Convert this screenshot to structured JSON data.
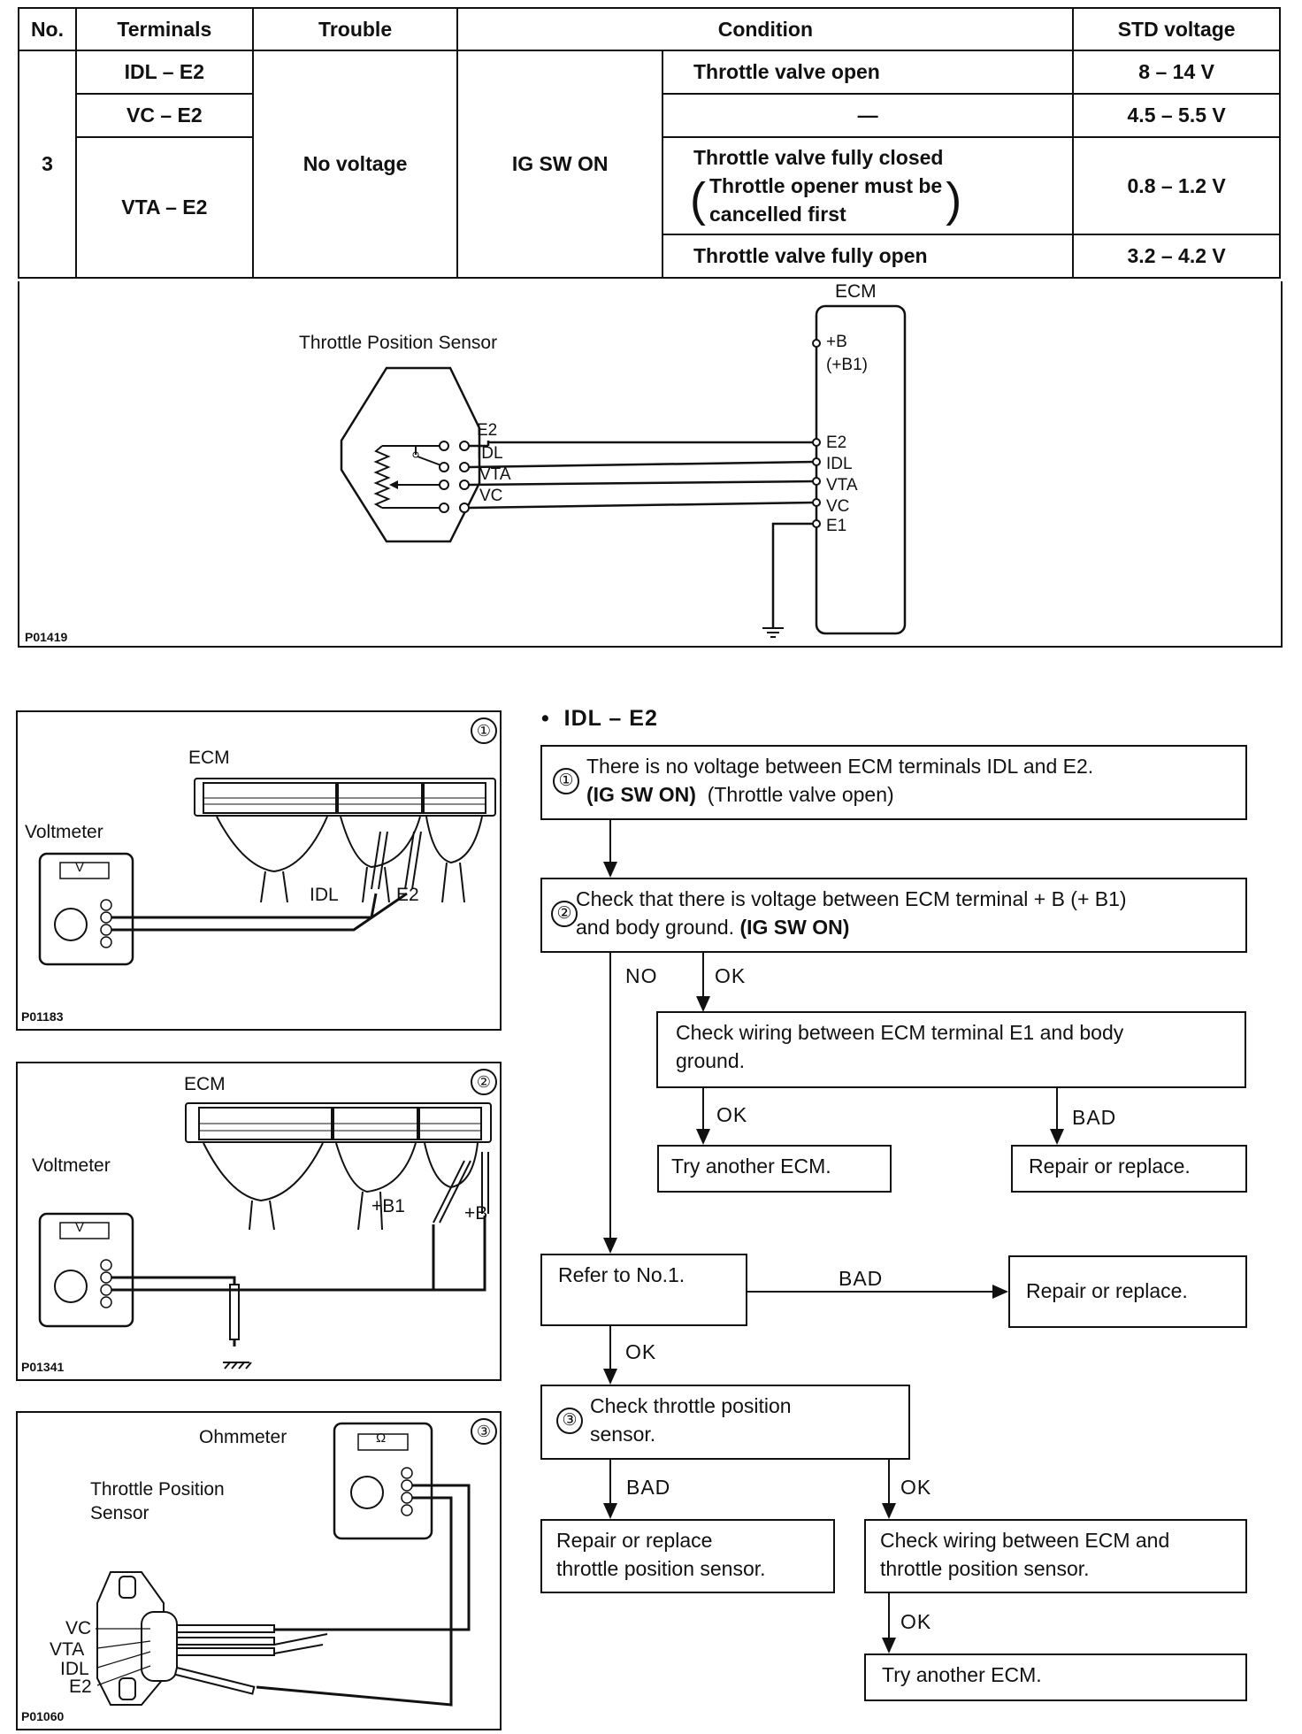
{
  "table": {
    "headers": {
      "no": "No.",
      "terminals": "Terminals",
      "trouble": "Trouble",
      "condition": "Condition",
      "std_voltage": "STD voltage"
    },
    "no": "3",
    "trouble": "No voltage",
    "ig": "IG SW ON",
    "rows": [
      {
        "terminals": "IDL  –  E2",
        "condition": "Throttle valve open",
        "voltage": "8 – 14 V"
      },
      {
        "terminals": "VC  –  E2",
        "condition": "—",
        "voltage": "4.5 – 5.5 V"
      },
      {
        "terminals": "VTA  –  E2",
        "condition": "Throttle valve fully closed",
        "condition_note_1": "Throttle opener must be",
        "condition_note_2": "cancelled first",
        "voltage": "0.8 – 1.2 V"
      },
      {
        "condition": "Throttle valve fully open",
        "voltage": "3.2 – 4.2 V"
      }
    ]
  },
  "wiring": {
    "code": "P01419",
    "sensor_title": "Throttle Position Sensor",
    "ecm_title": "ECM",
    "sensor_pins": [
      "E2",
      "IDL",
      "VTA",
      "VC"
    ],
    "ecm_pins": [
      "+B",
      "(+B1)",
      "E2",
      "IDL",
      "VTA",
      "VC",
      "E1"
    ]
  },
  "panels": [
    {
      "index": "①",
      "code": "P01183",
      "ecm": "ECM",
      "meter": "Voltmeter",
      "meter_face": "V",
      "probe_a": "IDL",
      "probe_b": "E2"
    },
    {
      "index": "②",
      "code": "P01341",
      "ecm": "ECM",
      "meter": "Voltmeter",
      "meter_face": "V",
      "probe_a": "+B1",
      "probe_b": "+B"
    },
    {
      "index": "③",
      "code": "P01060",
      "meter": "Ohmmeter",
      "meter_face": "Ω",
      "sensor_1": "Throttle Position",
      "sensor_2": "Sensor",
      "pins": [
        "VC",
        "VTA",
        "IDL",
        "E2"
      ]
    }
  ],
  "flow": {
    "heading": "IDL – E2",
    "step1_num": "①",
    "step1_line1": "There is no voltage between ECM terminals IDL and E2.",
    "step1_line2_bold": "(IG SW ON)",
    "step1_line2_rest": "(Throttle valve open)",
    "step2_num": "②",
    "step2_line1": "Check that there is voltage between ECM terminal + B (+ B1)",
    "step2_line2": "and body ground.",
    "step2_line2_bold": "(IG SW ON)",
    "no": "NO",
    "ok": "OK",
    "bad": "BAD",
    "e1_line1": "Check wiring between ECM terminal E1 and body",
    "e1_line2": "ground.",
    "try_ecm": "Try another ECM.",
    "repair": "Repair or replace.",
    "refer": "Refer to No.1.",
    "step3_num": "③",
    "step3_line1": "Check throttle position",
    "step3_line2": "sensor.",
    "repair_tps_1": "Repair or replace",
    "repair_tps_2": "throttle position sensor.",
    "wiring_1": "Check wiring between ECM and",
    "wiring_2": "throttle position sensor.",
    "try_ecm_2": "Try another ECM."
  }
}
